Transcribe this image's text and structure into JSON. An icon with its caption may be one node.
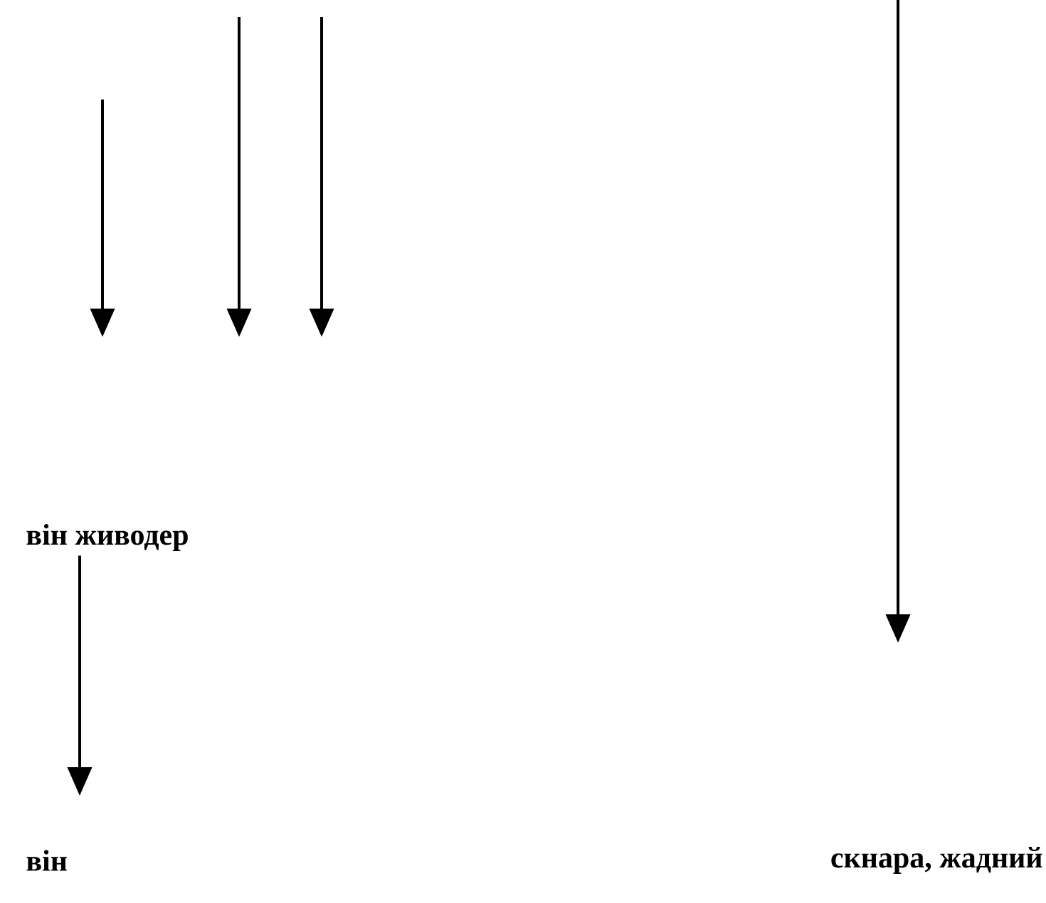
{
  "diagram": {
    "nodes": [
      {
        "text": [
          "він живодер"
        ]
      },
      {
        "text": [
          "він"
        ]
      },
      {
        "text": [
          "скнара, жадний"
        ]
      }
    ],
    "edges": [
      {
        "from": 0,
        "to": 1,
        "arrow": "to"
      }
    ]
  }
}
